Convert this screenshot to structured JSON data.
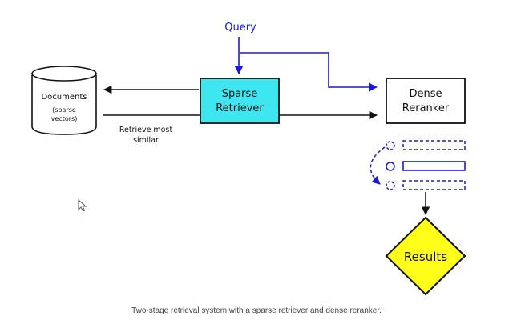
{
  "diagram": {
    "query_label": "Query",
    "documents_title": "Documents",
    "documents_sub_1": "(sparse",
    "documents_sub_2": "vectors)",
    "sparse_retriever_line1": "Sparse",
    "sparse_retriever_line2": "Retriever",
    "dense_reranker_line1": "Dense",
    "dense_reranker_line2": "Reranker",
    "retrieve_label_line1": "Retrieve most",
    "retrieve_label_line2": "similar",
    "results_label": "Results"
  },
  "caption": "Two-stage retrieval system with a sparse retriever and dense reranker.",
  "colors": {
    "query_blue": "#1a1ad6",
    "retriever_fill": "#3ee6f0",
    "results_fill": "#ffff1a",
    "ink": "#111111"
  },
  "cursor_icon": "mouse-pointer-icon"
}
